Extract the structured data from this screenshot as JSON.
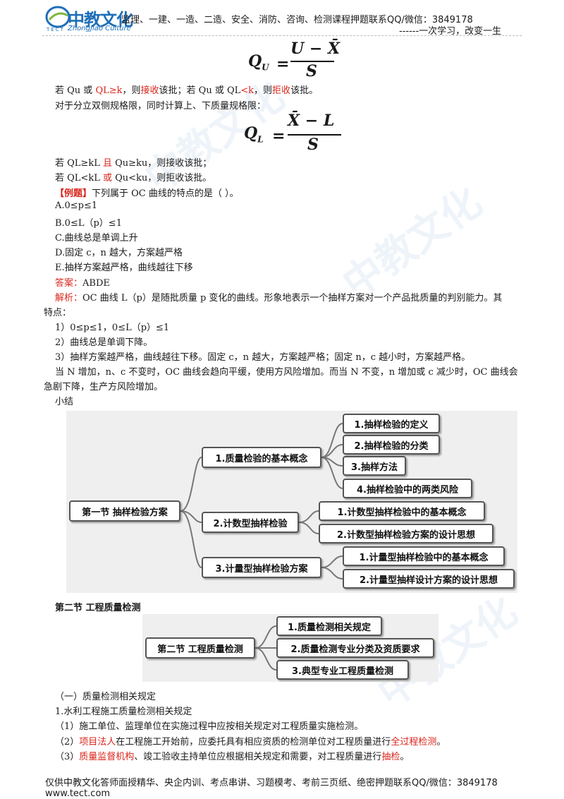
{
  "header": {
    "logo_text": "中教文化",
    "logo_sub": "ZhongJiao Culture",
    "logo_tect": "TECT",
    "title": "监理、一建、一造、二造、安全、消防、咨询、检测课程押题联系QQ/微信：3849178",
    "slogan": "------一次学习，改变一生"
  },
  "formula_qu": {
    "lhs": "Q",
    "sub": "U",
    "num": "U − X̄",
    "den": "S"
  },
  "line1": {
    "a": "若 Qu 或 ",
    "b": "QL≥k",
    "c": "，则",
    "d": "接收",
    "e": "该批；若 Qu 或 QL",
    "f": "<k",
    "g": "，则",
    "h": "拒收",
    "i": "该批。"
  },
  "line2": "对于分立双侧规格限，同时计算上、下质量规格限：",
  "formula_ql": {
    "lhs": "Q",
    "sub": "L",
    "num": "X̄ − L",
    "den": "S"
  },
  "line3": {
    "a": "若 QL≥kL ",
    "b": "且",
    "c": " Qu≥ku，则接收该批；"
  },
  "line4": {
    "a": "若 QL<kL ",
    "b": "或",
    "c": " Qu<ku，则拒收该批。"
  },
  "example": {
    "tag": "【例题】",
    "q": "下列属于 OC 曲线的特点的是（    ）。"
  },
  "options": [
    "A.0≤p≤1",
    "B.0≤L（p）≤1",
    "C.曲线总是单调上升",
    "D.固定 c，n 越大，方案越严格",
    "E.抽样方案越严格，曲线越往下移"
  ],
  "answer": {
    "label": "答案：",
    "value": "ABDE"
  },
  "analysis": {
    "label": "解析：",
    "text1": "OC 曲线 L（p）是随批质量 p 变化的曲线。形象地表示一个抽样方案对一个产品批质量的判别能力。其",
    "text2": "特点：",
    "p1": "1）0≤p≤1，0≤L（p）≤1",
    "p2": "2）曲线总是单调下降。",
    "p3": "3）抽样方案越严格，曲线越往下移。固定 c，n 越大，方案越严格；固定 n，c 越小时，方案越严格。",
    "p4": "当 N 增加，n、c 不变时，OC 曲线会趋向平缓，使用方风险增加。而当 N 不变，n 增加或 c 减少时，OC 曲线会",
    "p5": "急剧下降，生产方风险增加。"
  },
  "summary_label": "小结",
  "mindmap1": {
    "root": "第一节  抽样检验方案",
    "branches": [
      {
        "label": "1.质量检验的基本概念",
        "children": [
          "1.抽样检验的定义",
          "2.抽样检验的分类",
          "3.抽样方法",
          "4.抽样检验中的两类风险"
        ]
      },
      {
        "label": "2.计数型抽样检验",
        "children": [
          "1.计数型抽样检验中的基本概念",
          "2.计数型抽样检验方案的设计思想"
        ]
      },
      {
        "label": "3.计量型抽样检验方案",
        "children": [
          "1.计量型抽样检验中的基本概念",
          "2.计量型抽样设计方案的设计思想"
        ]
      }
    ]
  },
  "section2_title": "第二节    工程质量检测",
  "mindmap2": {
    "root": "第二节  工程质量检测",
    "children": [
      "1.质量检测相关规定",
      "2.质量检测专业分类及资质要求",
      "3.典型专业工程质量检测"
    ]
  },
  "sub1": "（一）质量检测相关规定",
  "sub2": "1.水利工程施工质量检测相关规定",
  "rule1": "（1）施工单位、监理单位在实施过程中应按相关规定对工程质量实施检测。",
  "rule2": {
    "a": "（2）",
    "b": "项目法人",
    "c": "在工程施工开始前，应委托具有相应资质的检测单位对工程质量进行",
    "d": "全过程检测",
    "e": "。"
  },
  "rule3": {
    "a": "（3）",
    "b": "质量监督机构",
    "c": "、竣工验收主持单位应根据相关规定和需要，对工程质量进行",
    "d": "抽检",
    "e": "。"
  },
  "footer": "仅供中教文化答师面授精华、央企内训、考点串讲、习题模考、考前三页纸、绝密押题联系QQ/微信：3849178 www.tect.com",
  "colors": {
    "red": "#d9261c",
    "brand": "#1e6fb8"
  }
}
